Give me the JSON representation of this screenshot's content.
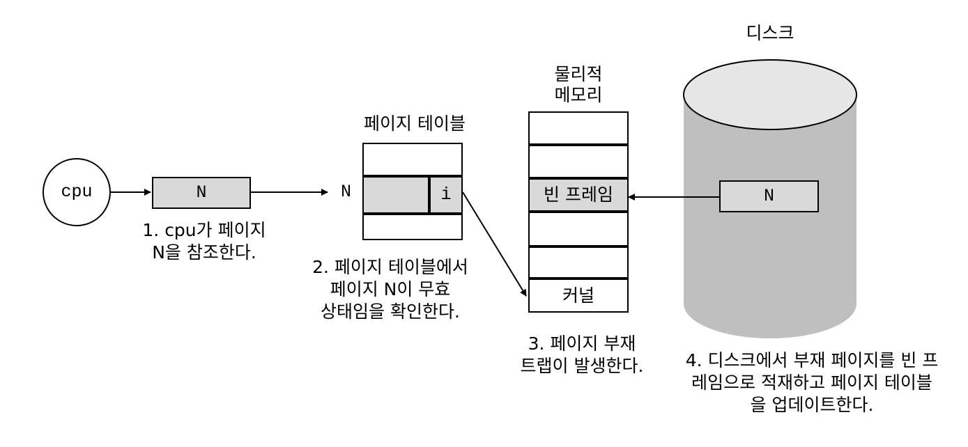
{
  "cpu": {
    "label": "cpu"
  },
  "page_number": {
    "label": "N"
  },
  "page_table": {
    "title": "페이지 테이블",
    "row_label": "N",
    "valid_bit": "i"
  },
  "physical_memory": {
    "title_line1": "물리적",
    "title_line2": "메모리",
    "free_frame": "빈 프레임",
    "kernel": "커널"
  },
  "disk": {
    "title": "디스크",
    "page_label": "N"
  },
  "steps": {
    "step1": {
      "line1": "1. cpu가 페이지",
      "line2": "N을 참조한다."
    },
    "step2": {
      "line1": "2. 페이지 테이블에서",
      "line2": "페이지 N이 무효",
      "line3": "상태임을 확인한다."
    },
    "step3": {
      "line1": "3. 페이지 부재",
      "line2": "트랩이 발생한다."
    },
    "step4": {
      "line1": "4. 디스크에서 부재 페이지를 빈 프",
      "line2": "레임으로 적재하고 페이지 테이블",
      "line3": "을 업데이트한다."
    }
  }
}
